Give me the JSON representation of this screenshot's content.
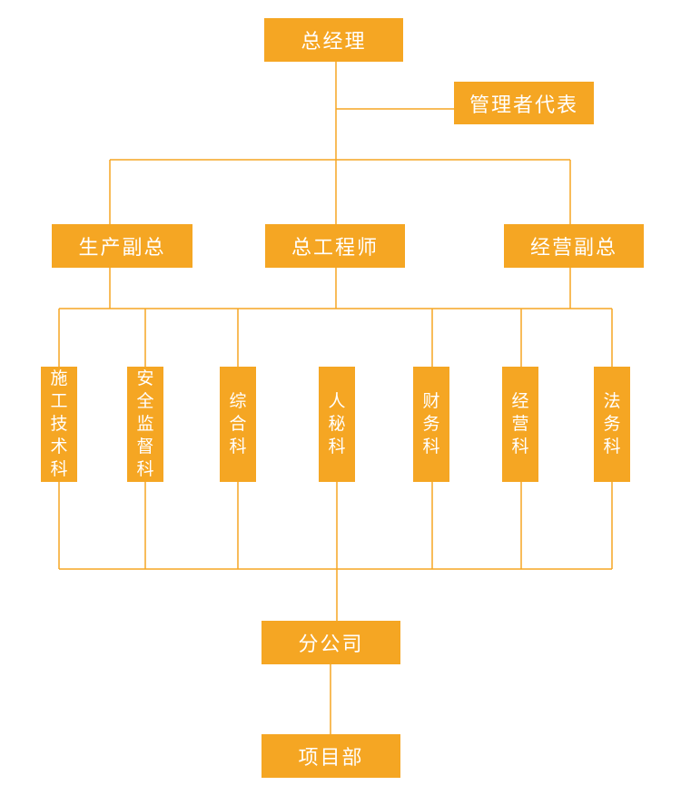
{
  "colors": {
    "box_fill": "#f5a623",
    "box_text": "#ffffff",
    "connector": "#f5a623"
  },
  "nodes": {
    "general_manager": "总经理",
    "management_representative": "管理者代表",
    "production_vp": "生产副总",
    "chief_engineer": "总工程师",
    "business_vp": "经营副总",
    "departments": [
      {
        "id": "construction-tech",
        "label": "施工技术科"
      },
      {
        "id": "safety-supervision",
        "label": "安全监督科"
      },
      {
        "id": "general-affairs",
        "label": "综合科"
      },
      {
        "id": "hr-secretary",
        "label": "人秘科"
      },
      {
        "id": "finance",
        "label": "财务科"
      },
      {
        "id": "operations",
        "label": "经营科"
      },
      {
        "id": "legal",
        "label": "法务科"
      }
    ],
    "branch_company": "分公司",
    "project_department": "项目部"
  }
}
